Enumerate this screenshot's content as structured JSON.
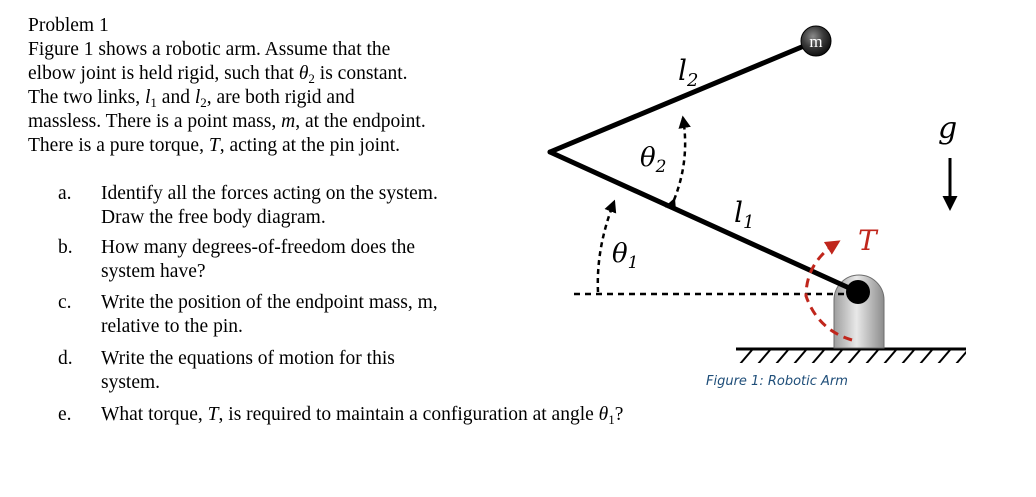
{
  "problem": {
    "title": "Problem 1",
    "intro_lines": [
      [
        "Figure 1 shows a robotic arm. Assume that the"
      ],
      [
        "elbow joint is held rigid, such that ",
        "θ",
        "2",
        " is constant."
      ],
      [
        "The two links, ",
        "l",
        "1",
        " and ",
        "l",
        "2",
        ", are both rigid and"
      ],
      [
        "massless. There is a point mass, ",
        "m",
        ", at the endpoint."
      ],
      [
        "There is a pure torque, ",
        "T",
        ", acting at the pin joint."
      ]
    ],
    "items": [
      {
        "label": "a.",
        "lines": [
          "Identify all the forces acting on the system.",
          "Draw the free body diagram."
        ]
      },
      {
        "label": "b.",
        "lines": [
          "How many degrees-of-freedom does the",
          "system have?"
        ]
      },
      {
        "label": "c.",
        "lines": [
          "Write the position of the endpoint mass, m,",
          "relative to the pin."
        ]
      },
      {
        "label": "d.",
        "lines": [
          "Write the equations of motion for this",
          "system."
        ]
      },
      {
        "label": "e.",
        "parts": [
          "What torque, ",
          "T",
          ", is required to maintain a configuration at angle ",
          "θ",
          "1",
          "?"
        ]
      }
    ]
  },
  "figure": {
    "mass_label": "m",
    "l2_label": "l",
    "l2_sub": "2",
    "l1_label": "l",
    "l1_sub": "1",
    "theta2_label": "θ",
    "theta2_sub": "2",
    "theta1_label": "θ",
    "theta1_sub": "1",
    "torque_label": "T",
    "gravity_label": "g",
    "caption": "Figure 1: Robotic Arm",
    "colors": {
      "torque": "#c0261c",
      "link": "#000000",
      "mass": "#3a3a3a",
      "pin": "#bdbdbd",
      "caption": "#1f4e79"
    }
  }
}
